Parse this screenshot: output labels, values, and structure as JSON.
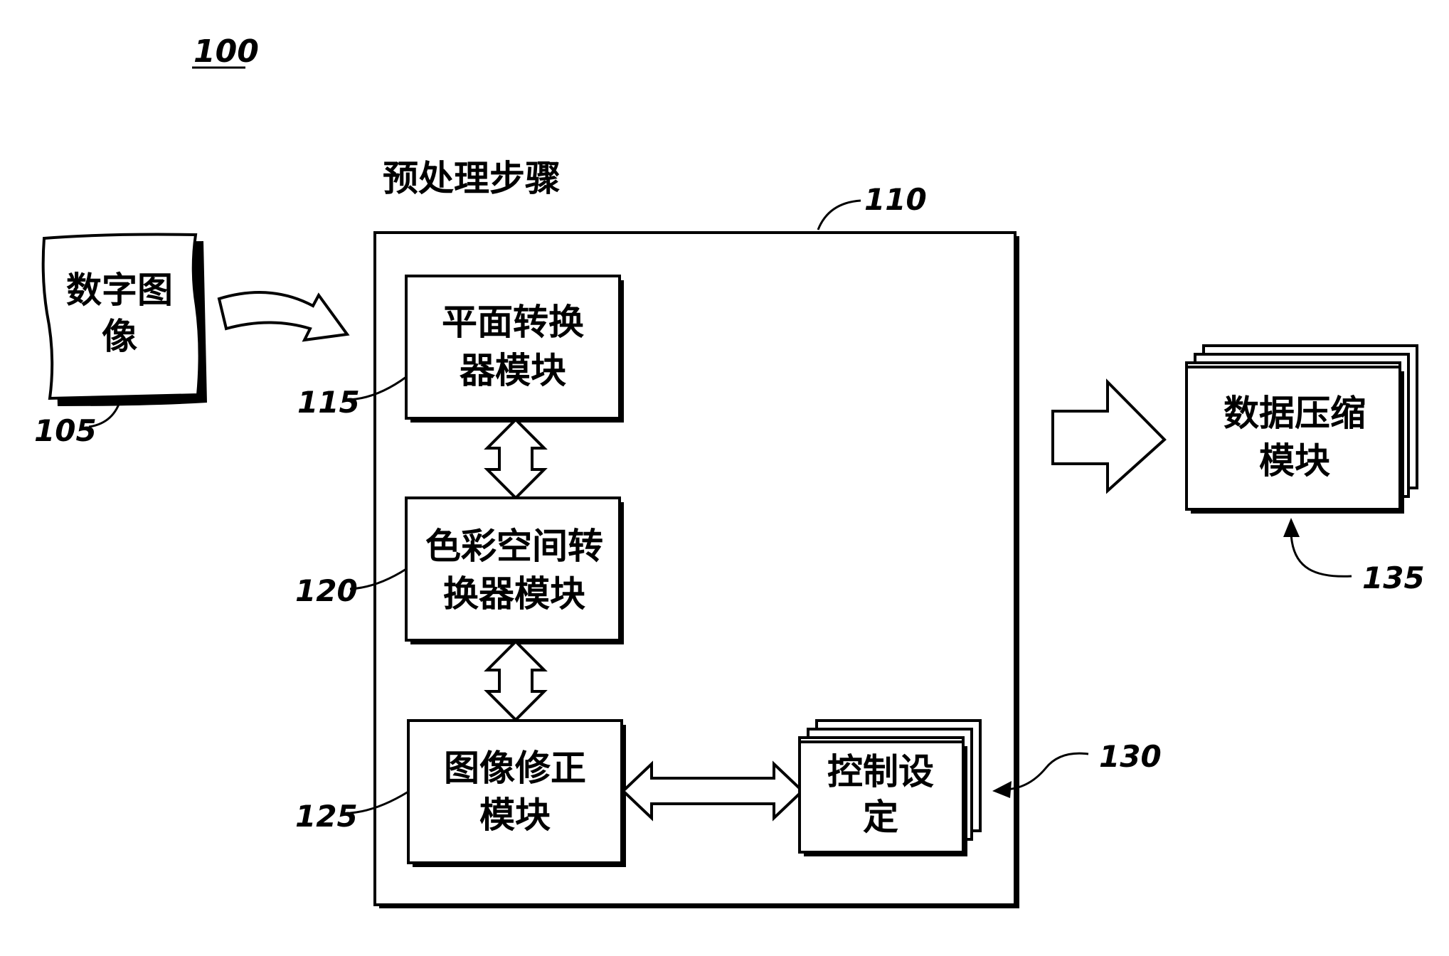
{
  "figure_number": "100",
  "preprocess_title": "预处理步骤",
  "blocks": {
    "digital_image": {
      "ref": "105",
      "lines": [
        "数字图",
        "像"
      ]
    },
    "preprocess": {
      "ref": "110"
    },
    "plane_converter": {
      "ref": "115",
      "lines": [
        "平面转换",
        "器模块"
      ]
    },
    "color_space_converter": {
      "ref": "120",
      "lines": [
        "色彩空间转",
        "换器模块"
      ]
    },
    "image_correction": {
      "ref": "125",
      "lines": [
        "图像修正",
        "模块"
      ]
    },
    "control_settings": {
      "ref": "130",
      "lines": [
        "控制设",
        "定"
      ]
    },
    "data_compression": {
      "ref": "135",
      "lines": [
        "数据压缩",
        "模块"
      ]
    }
  }
}
